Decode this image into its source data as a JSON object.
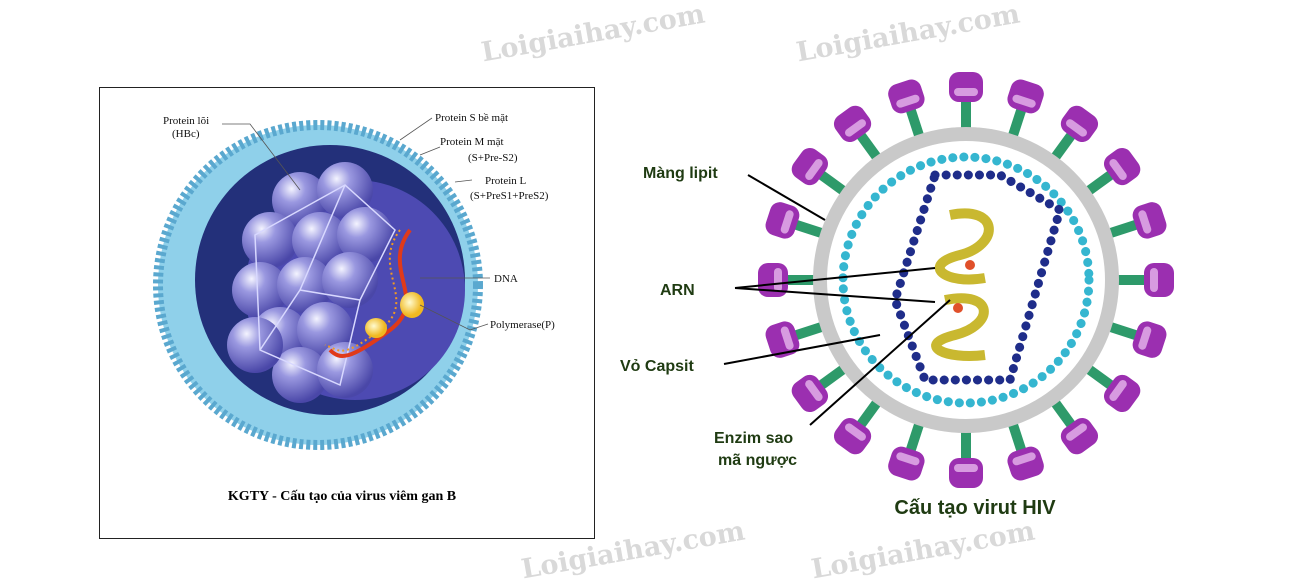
{
  "watermark": "Loigiaihay.com",
  "hbv": {
    "caption": "KGTY - Cấu tạo của virus viêm gan B",
    "labels": {
      "core_protein": "Protein lõi",
      "core_protein_sub": "(HBc)",
      "s_protein": "Protein S bề mặt",
      "m_protein": "Protein M mặt",
      "m_protein_sub": "(S+Pre-S2)",
      "l_protein": "Protein L",
      "l_protein_sub": "(S+PreS1+PreS2)",
      "dna": "DNA",
      "polymerase": "Polymerase(P)"
    }
  },
  "hiv": {
    "caption": "Cấu tạo virut HIV",
    "labels": {
      "lipid": "Màng lipit",
      "rna": "ARN",
      "capsid": "Vỏ Capsit",
      "enzyme_line1": "Enzim sao",
      "enzyme_line2": "mã ngược"
    }
  },
  "colors": {
    "spike": "#9b2fb0",
    "stalk": "#2e9a6a",
    "ring": "#c9c9c9",
    "cyan": "#35b6d0",
    "navy": "#1f2d8a",
    "rna": "#c9b830"
  }
}
